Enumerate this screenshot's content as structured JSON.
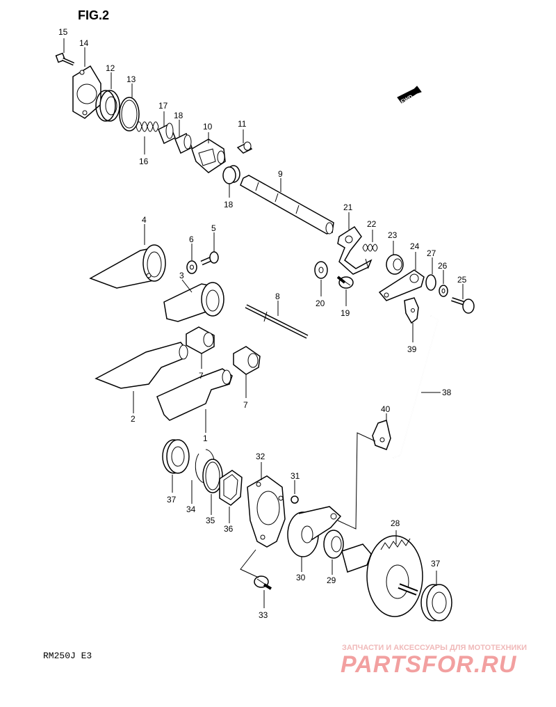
{
  "figure_title": "FIG.2",
  "model_code": "RM250J E3",
  "fwd_badge": "FWD",
  "watermark": {
    "tagline": "ЗАПЧАСТИ И АКСЕССУАРЫ ДЛЯ МОТОТЕХНИКИ",
    "brand": "PARTSFOR.RU"
  },
  "callouts": {
    "p1": "1",
    "p2": "2",
    "p3": "3",
    "p4": "4",
    "p5": "5",
    "p6": "6",
    "p7a": "7",
    "p7b": "7",
    "p8": "8",
    "p9": "9",
    "p10": "10",
    "p11": "11",
    "p12": "12",
    "p13": "13",
    "p14": "14",
    "p15": "15",
    "p16": "16",
    "p17": "17",
    "p18a": "18",
    "p18b": "18",
    "p19": "19",
    "p20": "20",
    "p21": "21",
    "p22": "22",
    "p23": "23",
    "p24": "24",
    "p25": "25",
    "p26": "26",
    "p27": "27",
    "p28": "28",
    "p29": "29",
    "p30": "30",
    "p31": "31",
    "p32": "32",
    "p33": "33",
    "p34": "34",
    "p35": "35",
    "p36": "36",
    "p37a": "37",
    "p37b": "37",
    "p38": "38",
    "p39": "39",
    "p40": "40"
  }
}
